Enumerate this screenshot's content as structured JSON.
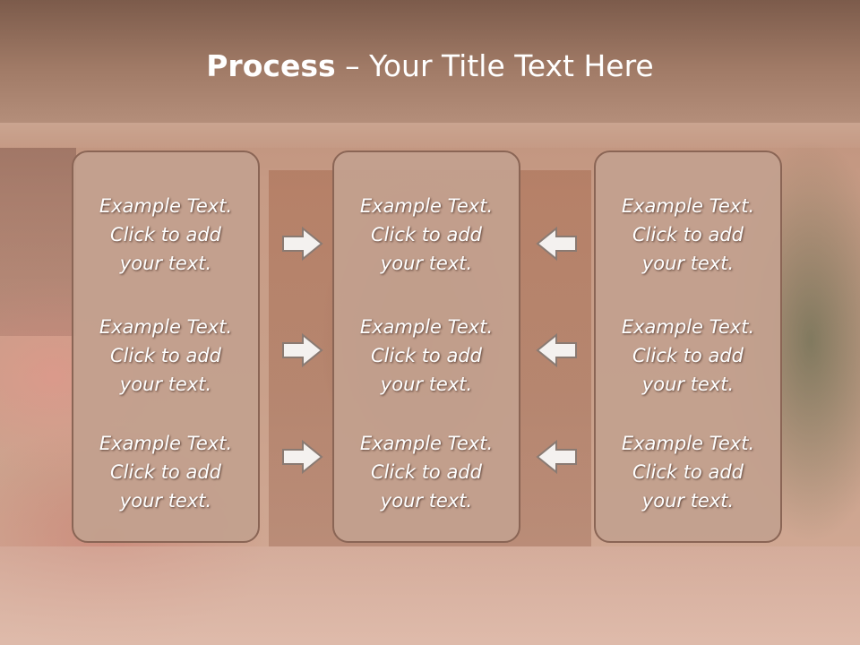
{
  "slide": {
    "title_bold": "Process",
    "title_rest": " – Your Title Text Here"
  },
  "columns": [
    {
      "items": [
        {
          "line1": "Example Text.",
          "line2": "Click  to add",
          "line3": "your text."
        },
        {
          "line1": "Example Text.",
          "line2": "Click  to add",
          "line3": "your text."
        },
        {
          "line1": "Example Text.",
          "line2": "Click  to add",
          "line3": "your text."
        }
      ]
    },
    {
      "items": [
        {
          "line1": "Example Text.",
          "line2": "Click  to add",
          "line3": "your text."
        },
        {
          "line1": "Example Text.",
          "line2": "Click  to add",
          "line3": "your text."
        },
        {
          "line1": "Example Text.",
          "line2": "Click  to add",
          "line3": "your text."
        }
      ]
    },
    {
      "items": [
        {
          "line1": "Example Text.",
          "line2": "Click  to add",
          "line3": "your text."
        },
        {
          "line1": "Example Text.",
          "line2": "Click  to add",
          "line3": "your text."
        },
        {
          "line1": "Example Text.",
          "line2": "Click  to add",
          "line3": "your text."
        }
      ]
    }
  ],
  "arrows": {
    "left_column": [
      "right-arrow-icon",
      "right-arrow-icon",
      "right-arrow-icon"
    ],
    "right_column": [
      "left-arrow-icon",
      "left-arrow-icon",
      "left-arrow-icon"
    ]
  },
  "colors": {
    "header": "#7c5b4b",
    "box_fill": "#c2a08e",
    "box_border": "#8a6555",
    "text": "#ffffff"
  }
}
